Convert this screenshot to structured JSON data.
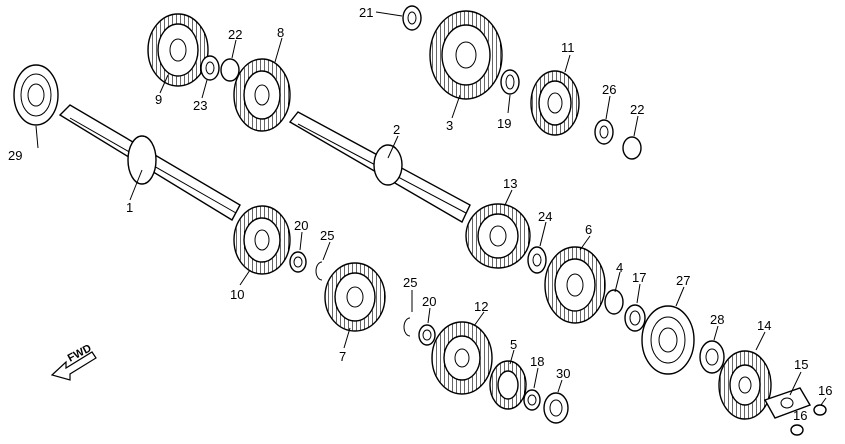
{
  "diagram": {
    "fwd_label": "FWD",
    "callouts": [
      "1",
      "2",
      "3",
      "4",
      "5",
      "6",
      "7",
      "8",
      "9",
      "10",
      "11",
      "12",
      "13",
      "14",
      "15",
      "16",
      "16",
      "17",
      "18",
      "19",
      "20",
      "20",
      "21",
      "22",
      "22",
      "23",
      "24",
      "25",
      "25",
      "26",
      "27",
      "28",
      "29",
      "30"
    ]
  }
}
